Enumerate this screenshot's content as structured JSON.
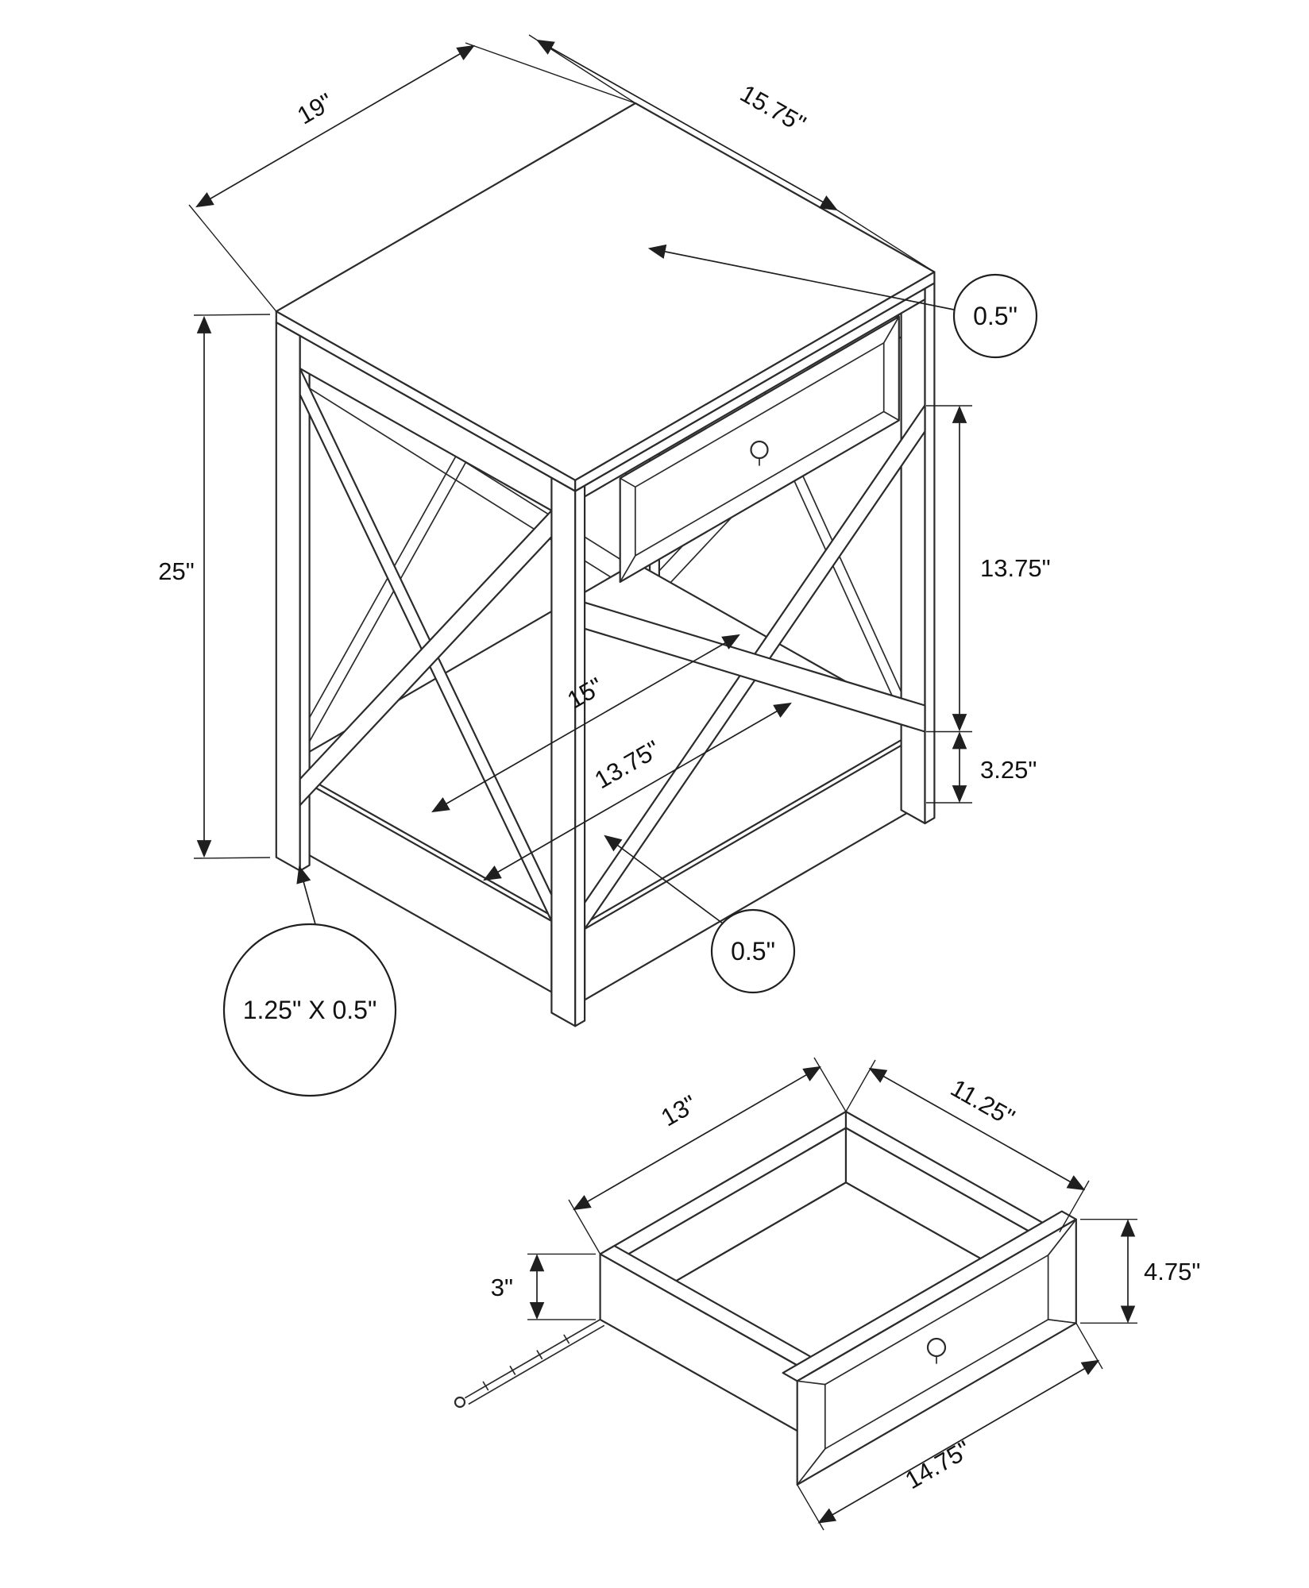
{
  "style": {
    "background": "#ffffff",
    "line_color": "#2b2b2b",
    "dim_color": "#1f1f1f",
    "text_color": "#111111"
  },
  "main_view": {
    "label": "accent-table-isometric-view",
    "dimensions": {
      "top_depth": "19\"",
      "top_width": "15.75\"",
      "top_thickness": "0.5\"",
      "overall_height": "25\"",
      "apron_to_shelf": "13.75\"",
      "shelf_length": "15\"",
      "shelf_depth": "13.75\"",
      "shelf_apron_height": "3.25\"",
      "shelf_thickness": "0.5\"",
      "leg_cross_section": "1.25\" X 0.5\""
    }
  },
  "drawer_view": {
    "label": "drawer-detail-view",
    "dimensions": {
      "inner_width": "13\"",
      "inner_depth": "11.25\"",
      "front_height": "4.75\"",
      "side_height": "3\"",
      "front_width": "14.75\""
    }
  }
}
